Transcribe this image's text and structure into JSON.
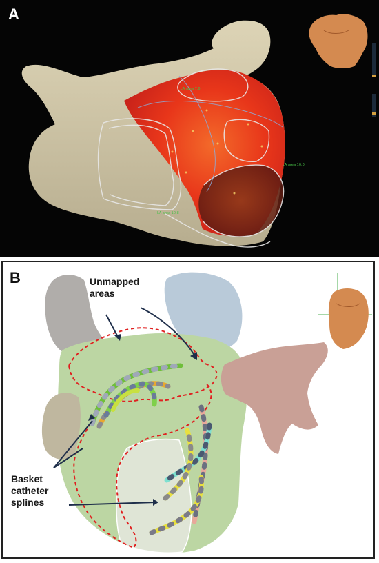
{
  "panel_a": {
    "letter": "A",
    "map_labels": [
      "LA area 7.6",
      "LA area 10.0",
      "LA area 10.8"
    ]
  },
  "panel_b": {
    "letter": "B",
    "annotations": {
      "unmapped_areas": "Unmapped\nareas",
      "basket_catheter_splines": "Basket\ncatheter\nsplines"
    }
  },
  "colors": {
    "panel_a_background": "#050505",
    "atrium_surface": "#d2c8a8",
    "activation_map": "#e8361a",
    "unmapped_outline": "#e02020",
    "model_green": "#b8d4a0",
    "vein_blue": "#b8cad8",
    "appendage_pink": "#c9a096"
  }
}
